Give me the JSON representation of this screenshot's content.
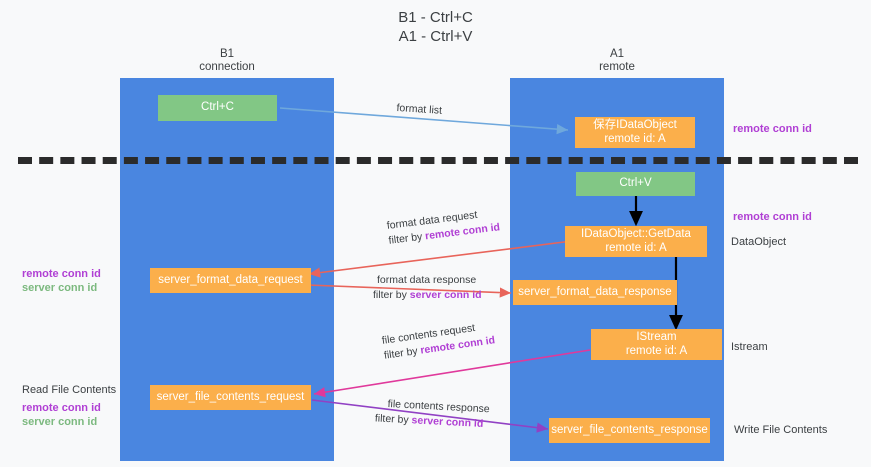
{
  "title": {
    "line1": "B1 - Ctrl+C",
    "line2": "A1 - Ctrl+V"
  },
  "lanes": [
    {
      "name": "B1",
      "sub": "connection"
    },
    {
      "name": "A1",
      "sub": "remote"
    }
  ],
  "colors": {
    "lane": "#4a86e0",
    "green_box": "#82c785",
    "orange_box": "#fbaf4b",
    "purple_text": "#b03fd4",
    "green_text": "#7cb97f",
    "blue_arrow": "#6fa8dc",
    "red_arrow": "#e8645a",
    "magenta_arrow": "#e0399b",
    "purple_arrow": "#9141c4",
    "black_arrow": "#000000",
    "background": "#f8f9fa"
  },
  "boxes": {
    "ctrl_c": {
      "line1": "Ctrl+C"
    },
    "save_idataobject": {
      "line1": "保存IDataObject",
      "line2": "remote id: A"
    },
    "ctrl_v": {
      "line1": "Ctrl+V"
    },
    "getdata": {
      "line1": "IDataObject::GetData",
      "line2": "remote id: A"
    },
    "server_format_data_request": {
      "line1": "server_format_data_request"
    },
    "server_format_data_response": {
      "line1": "server_format_data_response"
    },
    "istream": {
      "line1": "IStream",
      "line2": "remote id: A"
    },
    "server_file_contents_request": {
      "line1": "server_file_contents_request"
    },
    "server_file_contents_response": {
      "line1": "server_file_contents_response"
    }
  },
  "flow_labels": {
    "format_list": "format list",
    "format_data_request": "format data request",
    "format_data_request_filter_prefix": "filter by ",
    "format_data_request_filter_value": "remote conn id",
    "format_data_response": "format data response",
    "format_data_response_filter_prefix": "filter by ",
    "format_data_response_filter_value": "server conn id",
    "file_contents_request": "file contents request",
    "file_contents_request_filter_prefix": "filter by ",
    "file_contents_request_filter_value": "remote conn id",
    "file_contents_response": "file contents response",
    "file_contents_response_filter_prefix": "filter by ",
    "file_contents_response_filter_value": "server conn id"
  },
  "annotations": {
    "right_remote_conn_id_top": "remote conn id",
    "right_remote_conn_id_mid": "remote conn id",
    "right_dataobject": "DataObject",
    "right_istream": "Istream",
    "right_write_file_contents": "Write File Contents",
    "left_remote_conn_id_1": "remote conn id",
    "left_server_conn_id_1": "server conn id",
    "left_read_file_contents": "Read File Contents",
    "left_remote_conn_id_2": "remote conn id",
    "left_server_conn_id_2": "server conn id"
  }
}
